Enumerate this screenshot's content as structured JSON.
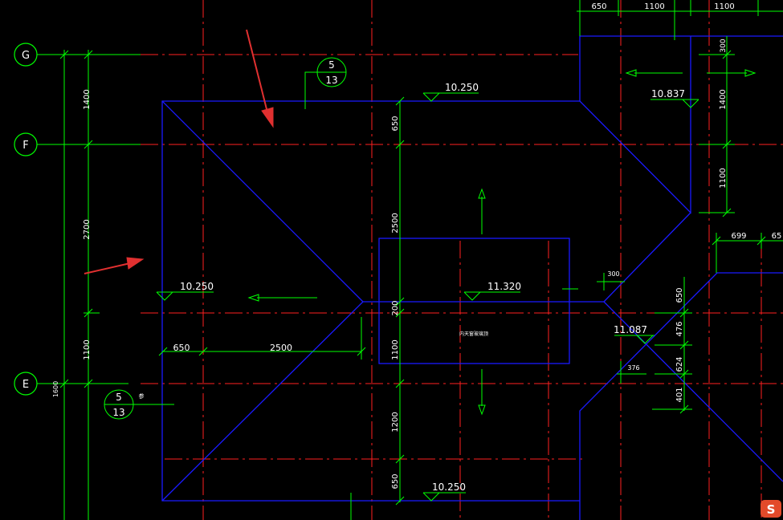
{
  "grid_axes": [
    {
      "id": "axis-g",
      "label": "G"
    },
    {
      "id": "axis-f",
      "label": "F"
    },
    {
      "id": "axis-e",
      "label": "E"
    }
  ],
  "left_dimensions": {
    "d1400": "1400",
    "d2700": "2700",
    "d1100": "1100",
    "d1600": "1600"
  },
  "top_dimensions": [
    "650",
    "1100",
    "1100"
  ],
  "elevations": {
    "top": "10.250",
    "left": "10.250",
    "center": "11.320",
    "right_top": "10.837",
    "right_mid": "11.087",
    "bottom": "10.250"
  },
  "detail_callouts": {
    "top": {
      "number": "5",
      "sheet": "13"
    },
    "bottom": {
      "number": "5",
      "sheet": "13"
    }
  },
  "interior_dimensions": {
    "v650_top": "650",
    "v2500": "2500",
    "v200": "200",
    "v1100": "1100",
    "v1200": "1200",
    "v650_bottom": "650",
    "h650": "650",
    "h2500": "2500"
  },
  "right_dimensions": {
    "r300": "300",
    "r1400": "1400",
    "r1100": "1100",
    "r699": "699",
    "r65": "65",
    "r300b": "300",
    "r650": "650",
    "r476": "476",
    "r624": "624",
    "r376": "376",
    "r401": "401"
  },
  "center_note": "内天窗玻璃顶",
  "small_mark": "参",
  "watermark": "S",
  "colors": {
    "background": "#000000",
    "axis_red": "#ff2020",
    "dimension_green": "#00ff00",
    "roof_blue": "#1a1aff",
    "text_white": "#ffffff",
    "grid_gray": "#bbbbbb",
    "arrow_red": "#e03030"
  }
}
